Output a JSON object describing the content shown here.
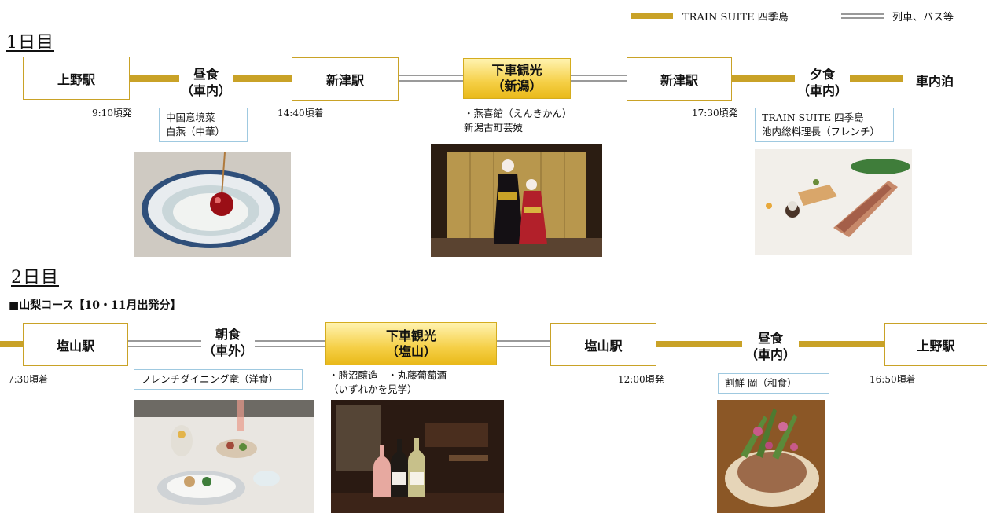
{
  "legend": {
    "train_suite": "TRAIN SUITE 四季島",
    "other": "列車、バス等",
    "colors": {
      "train_suite": "#c9a227",
      "other": "#9a9a9a"
    }
  },
  "day1": {
    "title": "1日目",
    "stations": {
      "ueno": "上野駅",
      "niitsu_a": "新津駅",
      "niitsu_b": "新津駅"
    },
    "lunch": {
      "line1": "昼食",
      "line2": "（車内）"
    },
    "sightseeing": {
      "line1": "下車観光",
      "line2": "（新潟）"
    },
    "dinner": {
      "line1": "夕食",
      "line2": "（車内）"
    },
    "overnight": "車内泊",
    "times": {
      "ueno_dep": "9:10頃発",
      "niitsu_arr": "14:40頃着",
      "niitsu_dep": "17:30頃発"
    },
    "lunch_detail": {
      "line1": "中国意境菜",
      "line2": "白燕（中華）"
    },
    "sightseeing_detail": {
      "line1": "・燕喜館（えんきかん）",
      "line2": "新潟古町芸妓"
    },
    "dinner_detail": {
      "line1": "TRAIN SUITE 四季島",
      "line2": "池内総料理長（フレンチ）"
    }
  },
  "day2": {
    "title": "2日目",
    "course": "■山梨コース【10・11月出発分】",
    "stations": {
      "enzan_a": "塩山駅",
      "enzan_b": "塩山駅",
      "ueno": "上野駅"
    },
    "breakfast": {
      "line1": "朝食",
      "line2": "（車外）"
    },
    "sightseeing": {
      "line1": "下車観光",
      "line2": "（塩山）"
    },
    "lunch": {
      "line1": "昼食",
      "line2": "（車内）"
    },
    "times": {
      "enzan_arr": "7:30頃着",
      "enzan_dep": "12:00頃発",
      "ueno_arr": "16:50頃着"
    },
    "breakfast_detail": "フレンチダイニング竜（洋食）",
    "sightseeing_detail": {
      "line1": "・勝沼醸造　・丸藤葡萄酒",
      "line2": "（いずれかを見学）"
    },
    "lunch_detail": "割鮮 岡（和食）"
  }
}
